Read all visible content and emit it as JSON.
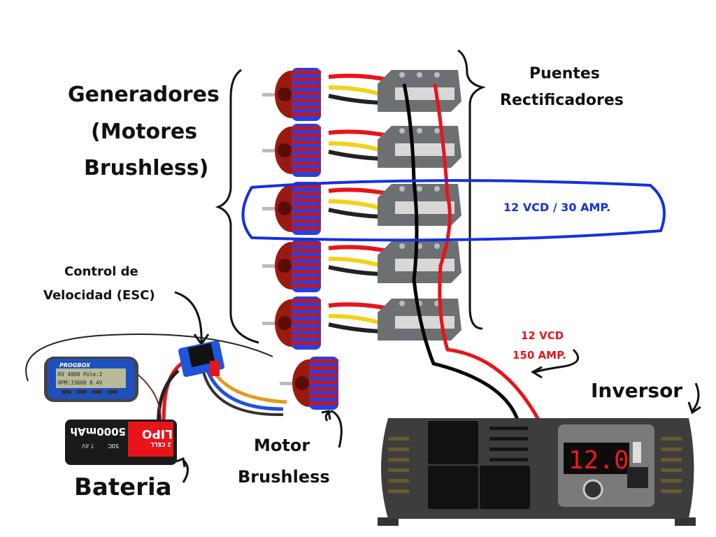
{
  "labels": {
    "generators": [
      "Generadores",
      "(Motores",
      "Brushless)"
    ],
    "rectifiers": [
      "Puentes",
      "Rectificadores"
    ],
    "per_unit_output": "12 VCD / 30 AMP.",
    "esc": [
      "Control de",
      "Velocidad (ESC)"
    ],
    "total_output": [
      "12 VCD",
      "150 AMP."
    ],
    "inverter": "Inversor",
    "motor": [
      "Motor",
      "Brushless"
    ],
    "battery": "Bateria"
  },
  "devices": {
    "progbox": {
      "brand": "PROGBOX",
      "line1": "KV 4000 Pole:2",
      "line2": "RPM:33600 8.4V"
    },
    "battery": {
      "capacity": "5000mAh",
      "type": "LIPO",
      "cells": "2 CELL",
      "rating": "50C",
      "voltage": "7.4V"
    },
    "inverter_display": "12.0"
  },
  "colors": {
    "highlight": "#1530e0",
    "positive_wire": "#e8141a",
    "negative_wire": "#000000",
    "motor_red": "#9b1a10",
    "motor_blue": "#2a3fe0"
  },
  "generator_count": 5
}
